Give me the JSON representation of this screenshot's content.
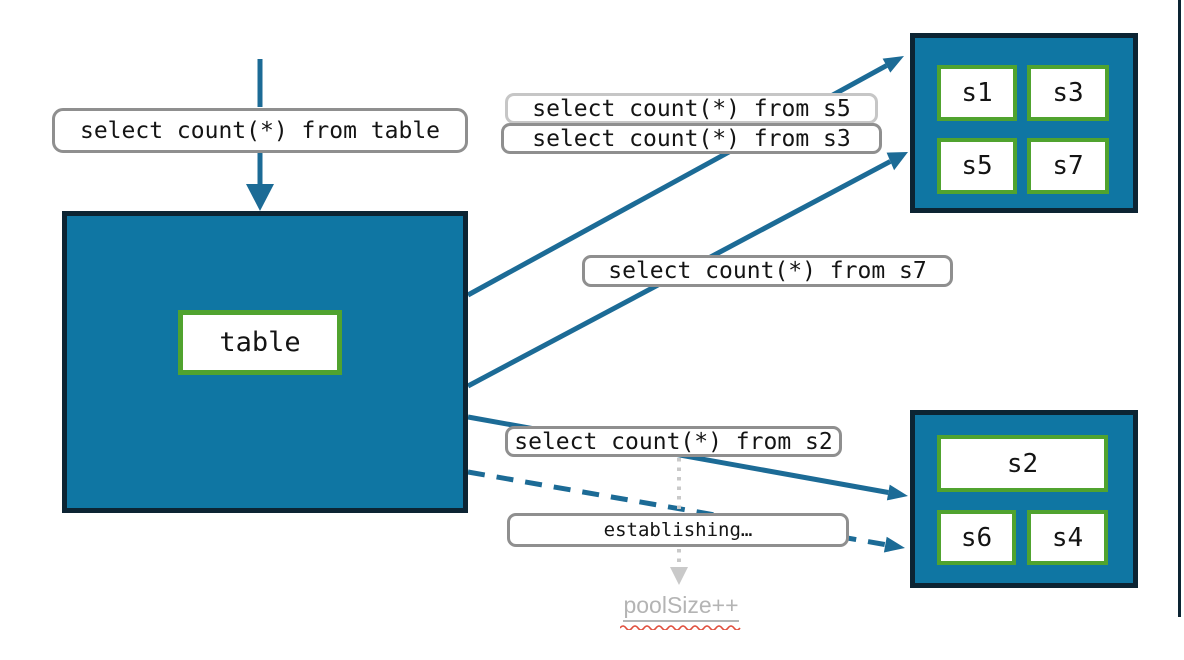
{
  "colors": {
    "teal": "#0f76a3",
    "navy": "#0c2433",
    "green": "#50a32f",
    "gray_border": "#8f8f8f",
    "gray_border_light": "#c6c6c6",
    "arrow": "#1c6b96",
    "dotted": "#c9c9c9",
    "muted_text": "#b4b4b4",
    "squiggle": "#e0503f",
    "text": "#141414"
  },
  "table": {
    "label": "table"
  },
  "queries": {
    "from_table": "select count(*) from table",
    "from_s5": "select count(*) from s5",
    "from_s3": "select count(*) from s3",
    "from_s7": "select count(*) from s7",
    "from_s2": "select count(*) from s2",
    "establishing": "establishing…"
  },
  "pool_note": "poolSize++",
  "shards": {
    "top": [
      "s1",
      "s3",
      "s5",
      "s7"
    ],
    "bottom": [
      "s2",
      "s6",
      "s4"
    ]
  }
}
